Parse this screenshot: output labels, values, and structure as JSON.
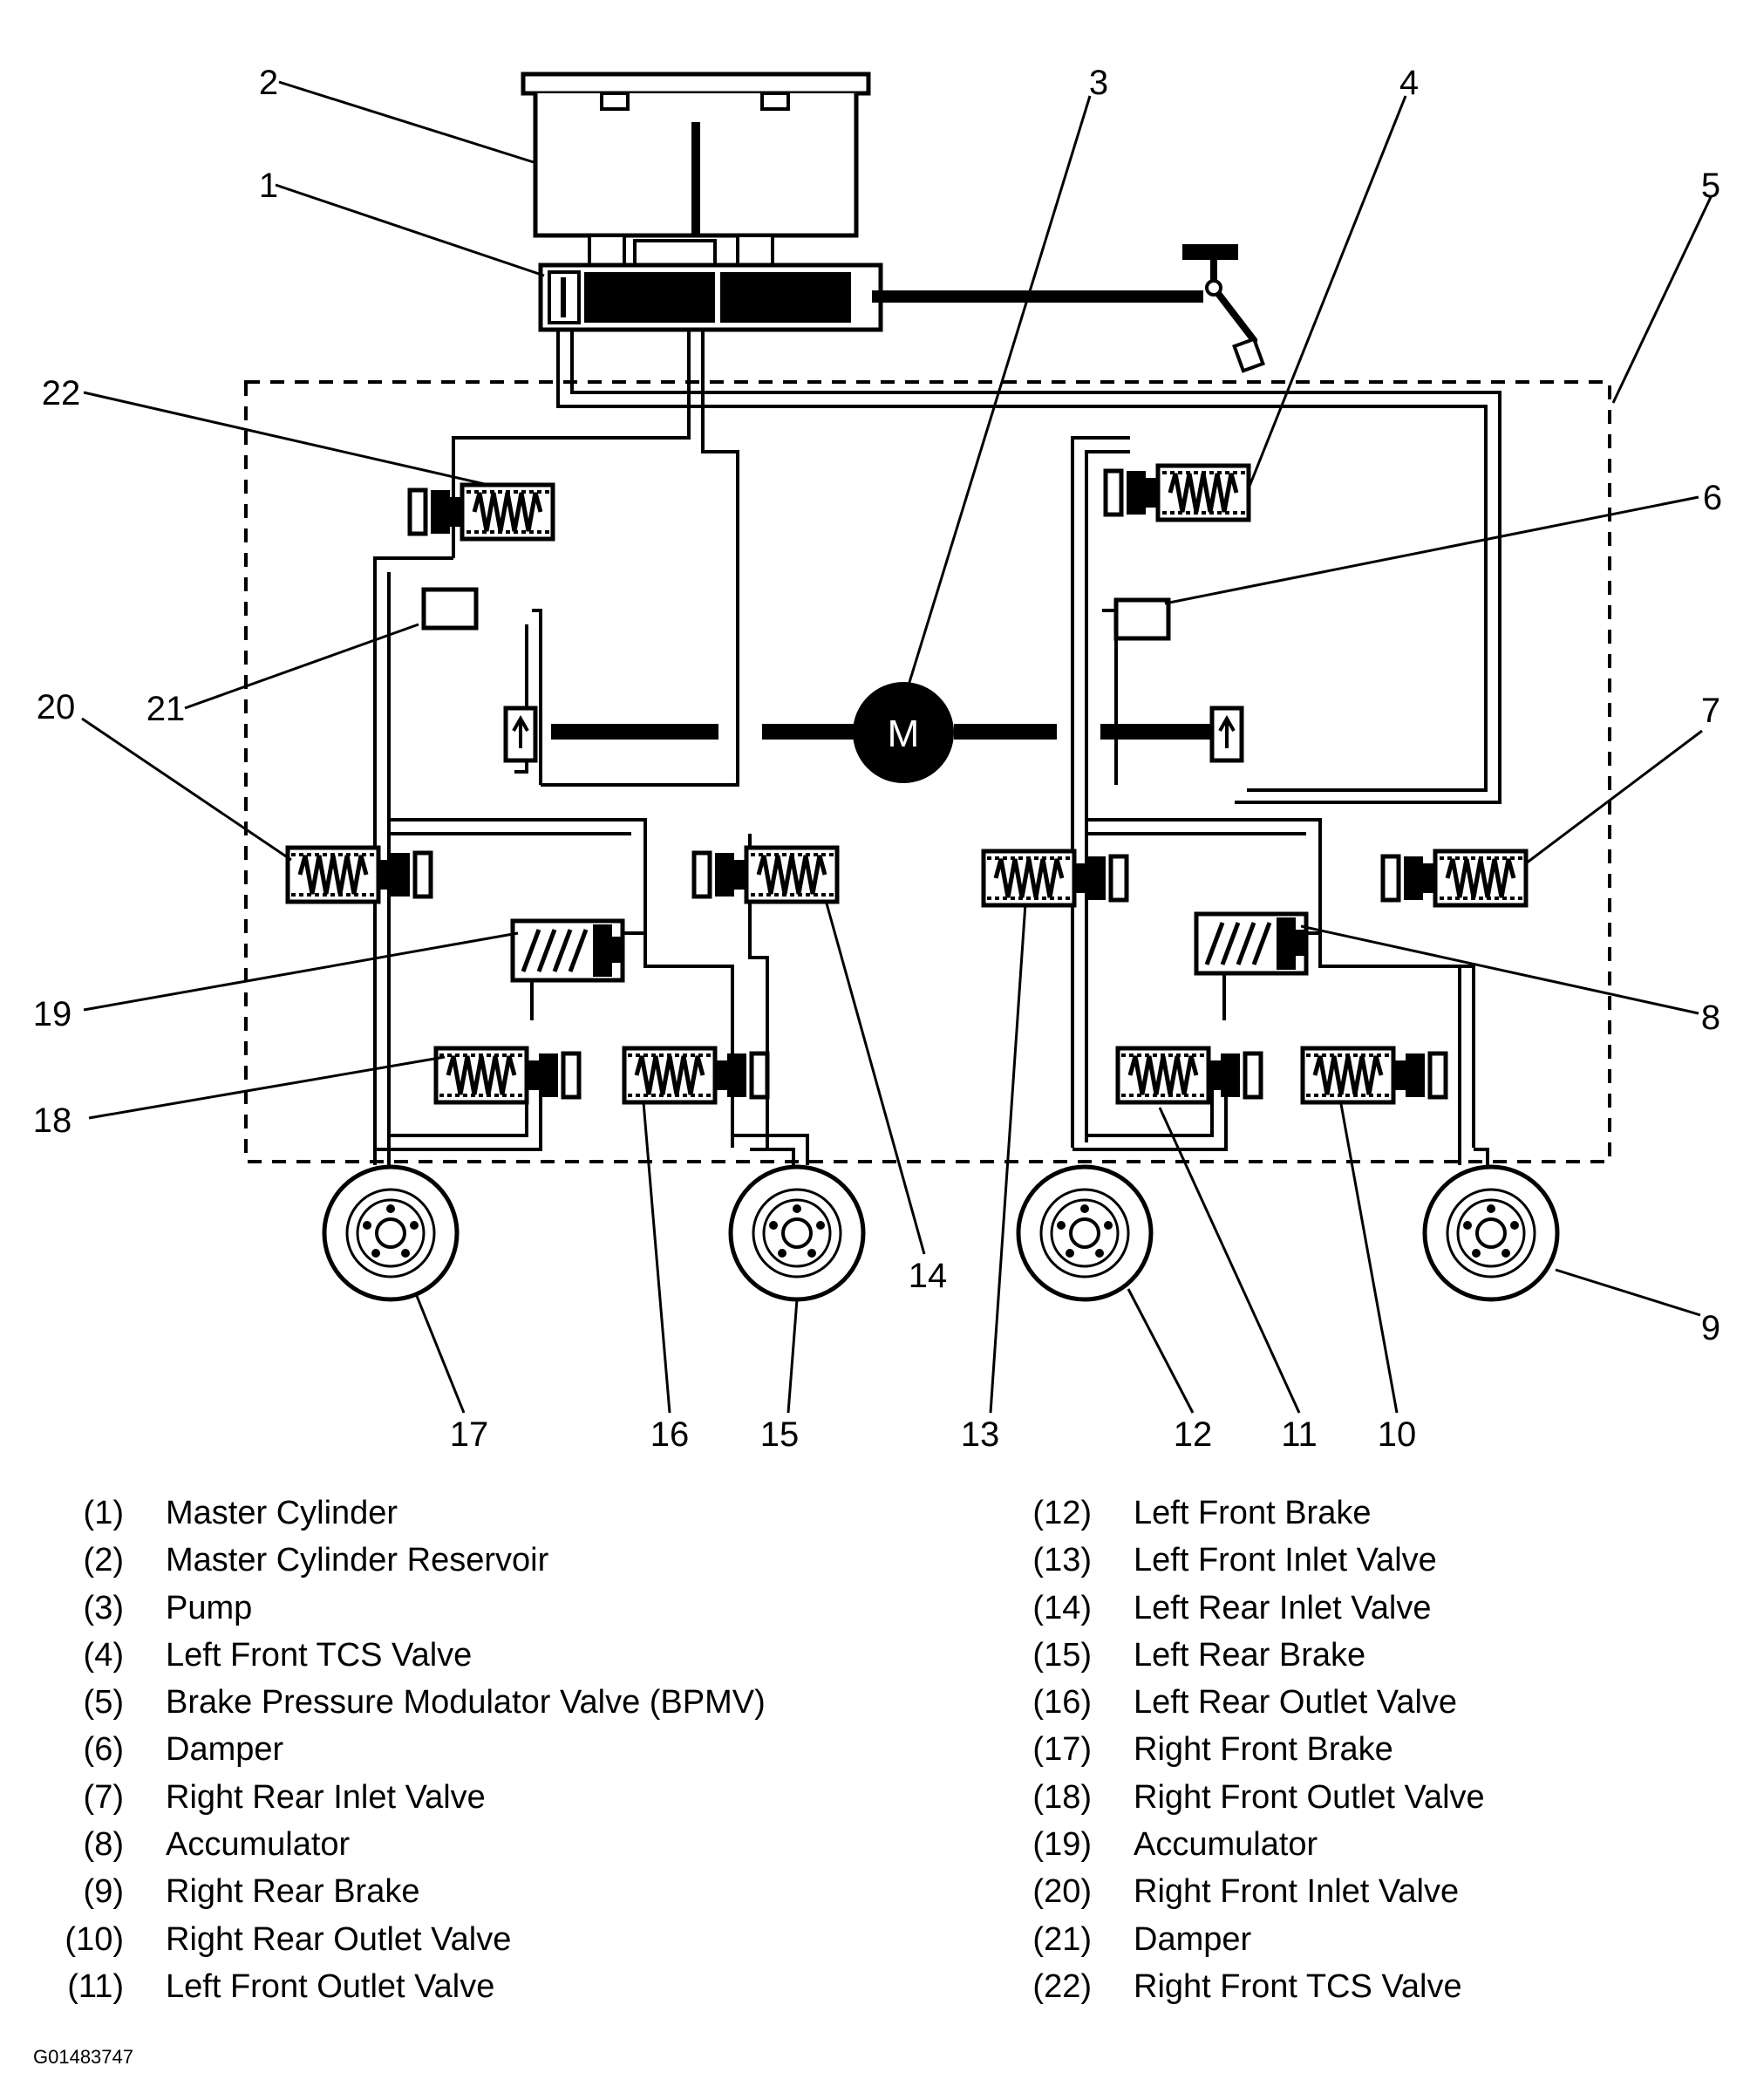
{
  "callouts": [
    "1",
    "2",
    "3",
    "4",
    "5",
    "6",
    "7",
    "8",
    "9",
    "10",
    "11",
    "12",
    "13",
    "14",
    "15",
    "16",
    "17",
    "18",
    "19",
    "20",
    "21",
    "22"
  ],
  "pump_label": "M",
  "legend": {
    "left": [
      {
        "num": "(1)",
        "text": "Master Cylinder"
      },
      {
        "num": "(2)",
        "text": "Master Cylinder Reservoir"
      },
      {
        "num": "(3)",
        "text": "Pump"
      },
      {
        "num": "(4)",
        "text": "Left Front TCS Valve"
      },
      {
        "num": "(5)",
        "text": "Brake Pressure Modulator Valve (BPMV)"
      },
      {
        "num": "(6)",
        "text": "Damper"
      },
      {
        "num": "(7)",
        "text": "Right Rear Inlet Valve"
      },
      {
        "num": "(8)",
        "text": "Accumulator"
      },
      {
        "num": "(9)",
        "text": "Right Rear Brake"
      },
      {
        "num": "(10)",
        "text": "Right Rear Outlet Valve"
      },
      {
        "num": "(11)",
        "text": "Left Front Outlet Valve"
      }
    ],
    "right": [
      {
        "num": "(12)",
        "text": "Left Front Brake"
      },
      {
        "num": "(13)",
        "text": "Left Front Inlet Valve"
      },
      {
        "num": "(14)",
        "text": "Left Rear Inlet Valve"
      },
      {
        "num": "(15)",
        "text": "Left Rear Brake"
      },
      {
        "num": "(16)",
        "text": "Left Rear Outlet Valve"
      },
      {
        "num": "(17)",
        "text": "Right Front Brake"
      },
      {
        "num": "(18)",
        "text": "Right Front Outlet Valve"
      },
      {
        "num": "(19)",
        "text": "Accumulator"
      },
      {
        "num": "(20)",
        "text": "Right Front Inlet Valve"
      },
      {
        "num": "(21)",
        "text": "Damper"
      },
      {
        "num": "(22)",
        "text": "Right Front TCS Valve"
      }
    ]
  },
  "figure_id": "G01483747"
}
